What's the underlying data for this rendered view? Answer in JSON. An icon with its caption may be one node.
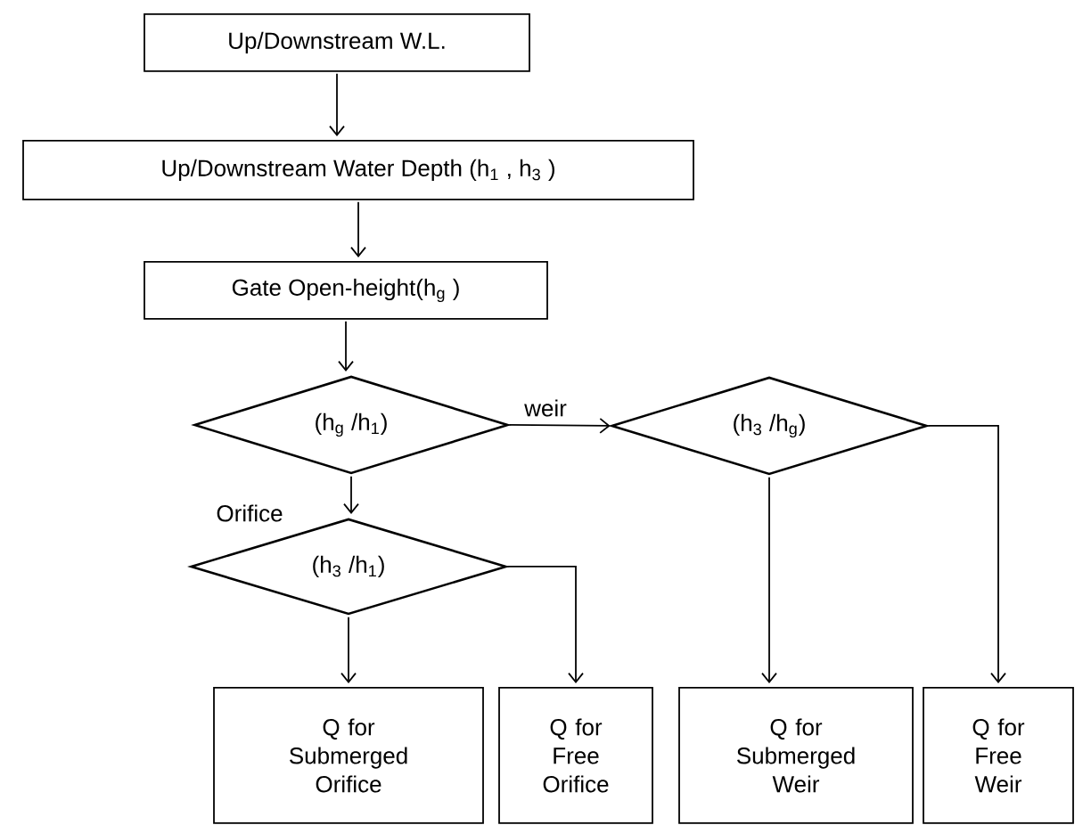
{
  "diagram": {
    "nodes": [
      {
        "text": [
          "Up/Downstream  W.L."
        ]
      },
      {
        "text": [
          "Up/Downstream Water Depth (h$_{1}$ , h$_{3}$ )"
        ]
      },
      {
        "text": [
          "Gate Open-height(h$_{g}$ )"
        ]
      },
      {
        "text": [
          "(h$_{g}$ /h$_{1}$)"
        ]
      },
      {
        "text": [
          "(h$_{3}$ /h$_{g}$)"
        ]
      },
      {
        "text": [
          "(h$_{3}$ /h$_{1}$)"
        ]
      },
      {
        "text": [
          "Q for Submerged Orifice"
        ]
      },
      {
        "text": [
          "Q for Free Orifice"
        ]
      },
      {
        "text": [
          "Q for Submerged Weir"
        ]
      },
      {
        "text": [
          "Q for Free Weir"
        ]
      }
    ],
    "edges": [
      {
        "from": 0,
        "to": 1,
        "arrow": "to"
      },
      {
        "from": 1,
        "to": 2,
        "arrow": "to"
      },
      {
        "from": 2,
        "to": 3,
        "arrow": "to"
      },
      {
        "from": 3,
        "to": 4,
        "arrow": "to",
        "label": "weir"
      },
      {
        "from": 3,
        "to": 5,
        "arrow": "to",
        "label": "Orifice"
      },
      {
        "from": 5,
        "to": 6,
        "arrow": "to"
      },
      {
        "from": 5,
        "to": 7,
        "arrow": "to"
      },
      {
        "from": 4,
        "to": 8,
        "arrow": "to"
      },
      {
        "from": 4,
        "to": 9,
        "arrow": "to"
      }
    ]
  }
}
